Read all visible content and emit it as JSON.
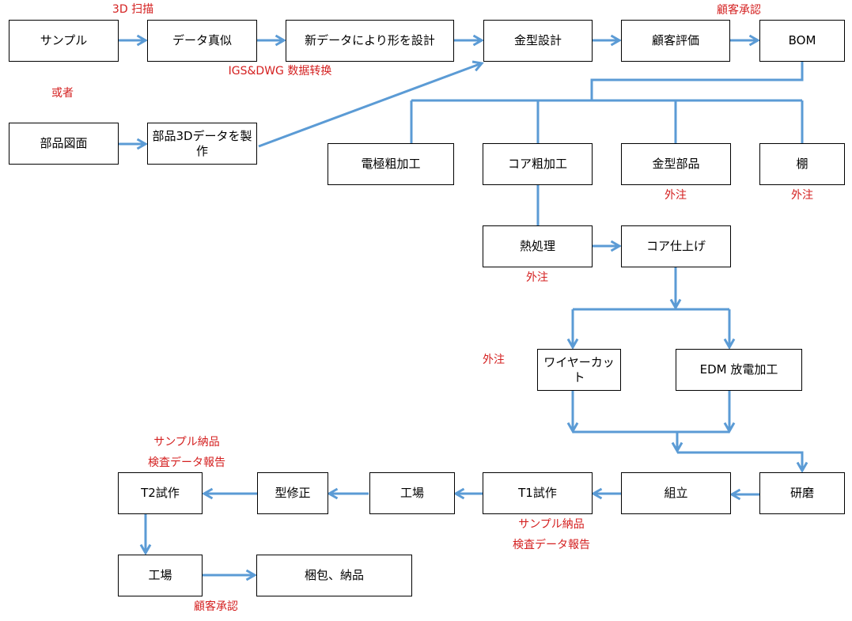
{
  "nodes": {
    "sample": "サンプル",
    "data_copy": "データ真似",
    "new_design": "新データにより形を設計",
    "mold_design": "金型設計",
    "customer_eval": "顧客評価",
    "bom": "BOM",
    "part_drawing": "部品図面",
    "part_3d": "部品3Dデータを製作",
    "electrode_rough": "電極粗加工",
    "core_rough": "コア粗加工",
    "mold_parts": "金型部品",
    "shelf": "棚",
    "heat_treat": "熱処理",
    "core_finish": "コア仕上げ",
    "wire_cut": "ワイヤーカット",
    "edm": "EDM 放電加工",
    "grinding": "研磨",
    "assembly": "組立",
    "t1": "T1試作",
    "factory1": "工場",
    "mold_fix": "型修正",
    "t2": "T2試作",
    "factory2": "工場",
    "packing": "梱包、納品"
  },
  "notes": {
    "scan_3d": "3D 扫描",
    "approval_top": "顧客承認",
    "igs_dwg": "IGS&DWG 数据转换",
    "or": "或者",
    "outsource_parts": "外注",
    "outsource_shelf": "外注",
    "outsource_heat": "外注",
    "outsource_wire": "外注",
    "t2_sample": "サンプル納品",
    "t2_report": "検査データ報告",
    "t1_sample": "サンプル納品",
    "t1_report": "検査データ報告",
    "approval_bottom": "顧客承認"
  },
  "colors": {
    "arrow": "#5b9bd5",
    "note_text": "#d42020",
    "box_border": "#000000"
  }
}
